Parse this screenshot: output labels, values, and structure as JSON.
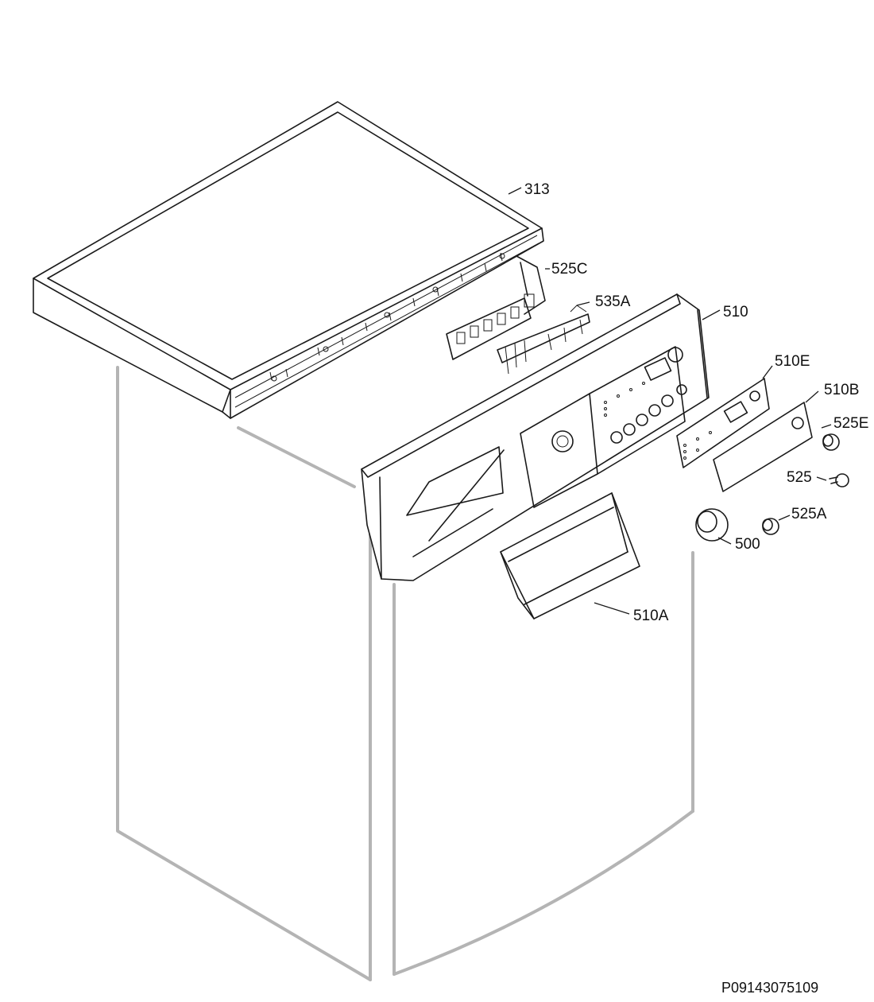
{
  "labels": {
    "313": "313",
    "525C": "525C",
    "535A": "535A",
    "510": "510",
    "510E": "510E",
    "510B": "510B",
    "525E": "525E",
    "525": "525",
    "525A": "525A",
    "500": "500",
    "510A": "510A"
  },
  "drawing_code": "P09143075109"
}
